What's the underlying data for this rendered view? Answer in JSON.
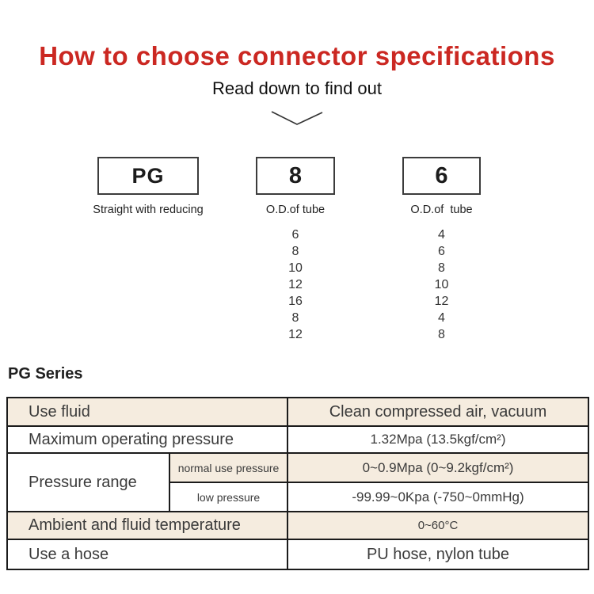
{
  "header": {
    "title": "How to choose connector specifications",
    "subtitle": "Read down to find out",
    "title_color": "#cb2822"
  },
  "icons": {
    "chevron_down": "chevron-down"
  },
  "diagram": {
    "groups": [
      {
        "code": "PG",
        "label": "Straight with reducing",
        "options": []
      },
      {
        "code": "8",
        "label": "O.D.of tube",
        "options": [
          "6",
          "8",
          "10",
          "12",
          "16",
          "8",
          "12"
        ]
      },
      {
        "code": "6",
        "label": "O.D.of  tube",
        "options": [
          "4",
          "6",
          "8",
          "10",
          "12",
          "4",
          "8"
        ]
      }
    ]
  },
  "series": {
    "heading": "PG Series"
  },
  "spec_table": {
    "shade_color": "#f5ecdf",
    "rows": {
      "use_fluid": {
        "label": "Use fluid",
        "value": "Clean compressed air, vacuum",
        "shaded": true
      },
      "max_pressure": {
        "label": "Maximum operating pressure",
        "value": "1.32Mpa (13.5kgf/cm²)",
        "shaded": false
      },
      "pressure_range": {
        "label": "Pressure range",
        "sub_rows": [
          {
            "sublabel": "normal use pressure",
            "value": "0~0.9Mpa (0~9.2kgf/cm²)",
            "shaded": true
          },
          {
            "sublabel": "low pressure",
            "value": "-99.99~0Kpa (-750~0mmHg)",
            "shaded": false
          }
        ]
      },
      "temperature": {
        "label": "Ambient and fluid temperature",
        "value": "0~60°C",
        "shaded": true
      },
      "hose": {
        "label": "Use a hose",
        "value": "PU hose, nylon tube",
        "shaded": false
      }
    }
  }
}
